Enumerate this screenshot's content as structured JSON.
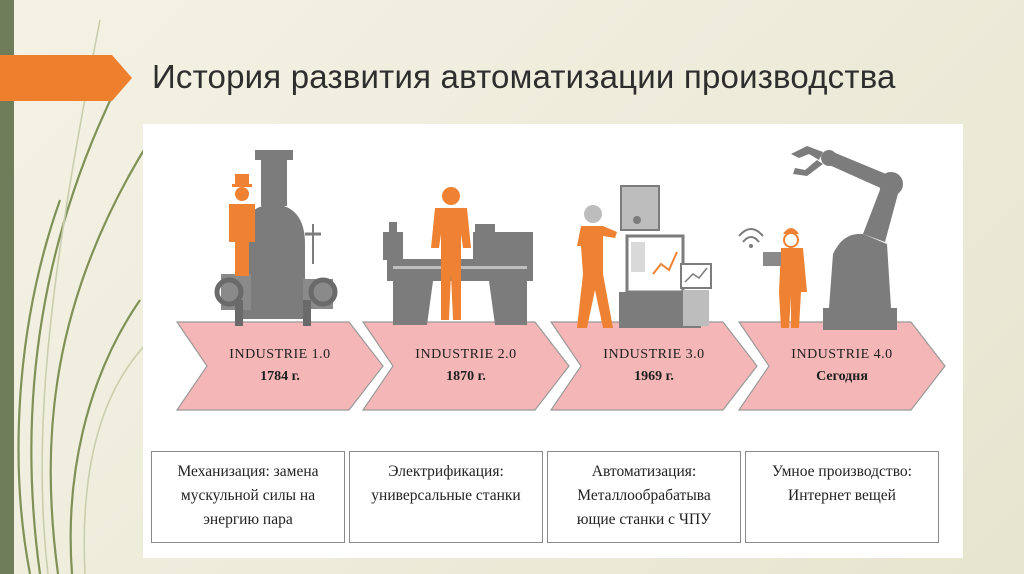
{
  "slide": {
    "title": "История развития автоматизации производства",
    "accent_color": "#ee7f2d",
    "side_bar_color": "#6f7d5a",
    "figure_color": "#ef8232",
    "machine_color": "#7c7c7c",
    "arrow_color": "#f4b8b8"
  },
  "stages": [
    {
      "label": "INDUSTRIE  1.0",
      "period": "1784 г.",
      "description": "Механизация: замена мускульной силы на энергию пара",
      "icon": "steam-engine-icon"
    },
    {
      "label": "INDUSTRIE  2.0",
      "period": "1870 г.",
      "description": "Электрификация: универсальные станки",
      "icon": "lathe-icon"
    },
    {
      "label": "INDUSTRIE  3.0",
      "period": "1969 г.",
      "description": "Автоматизация: Металлообрабатыва ющие станки с ЧПУ",
      "icon": "cnc-machine-icon"
    },
    {
      "label": "INDUSTRIE  4.0",
      "period": "Сегодня",
      "description": "Умное производство: Интернет вещей",
      "icon": "robot-arm-icon"
    }
  ]
}
